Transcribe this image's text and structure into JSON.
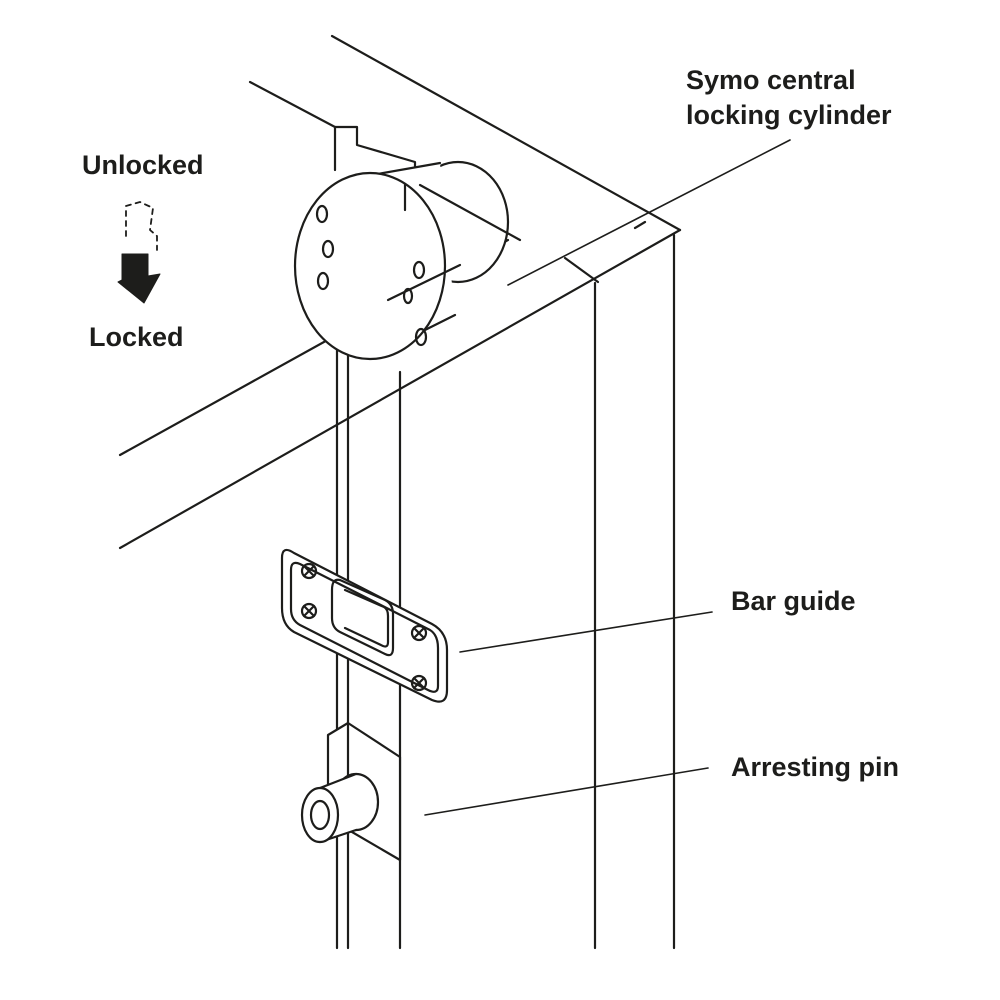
{
  "labels": {
    "cylinder_line1": "Symo central",
    "cylinder_line2": "locking cylinder",
    "unlocked": "Unlocked",
    "locked": "Locked",
    "bar_guide": "Bar guide",
    "arresting_pin": "Arresting pin"
  },
  "colors": {
    "ink": "#1d1d1b",
    "background": "#ffffff"
  },
  "icons": {
    "state_arrow": "down-arrow-icon"
  }
}
